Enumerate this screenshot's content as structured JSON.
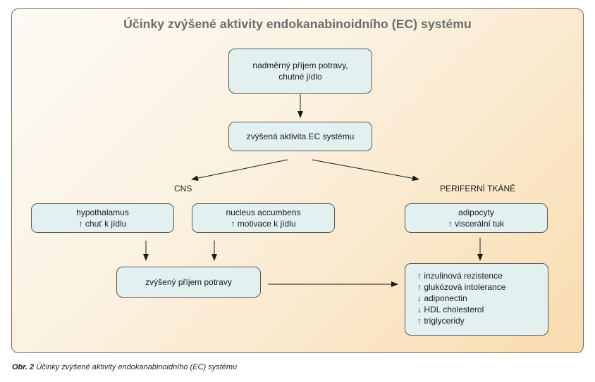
{
  "diagram": {
    "title": "Účinky zvýšené aktivity endokanabinoidního (EC) systému",
    "nodes": {
      "intake": [
        "nadměrný příjem potravy,",
        "chutné jídlo"
      ],
      "ec_activity": [
        "zvýšená aktivita EC systému"
      ],
      "hypothalamus": [
        "hypothalamus",
        "↑ chuť k jídlu"
      ],
      "nucleus": [
        "nucleus accumbens",
        "↑ motivace k jídlu"
      ],
      "adipocytes": [
        "adipocyty",
        "↑ viscerální tuk"
      ],
      "increased_intake": [
        "zvýšený příjem potravy"
      ],
      "effects": [
        "↑ inzulinová rezistence",
        "↑ glukózová intolerance",
        "↓ adiponectin",
        "↓ HDL cholesterol",
        "↑ triglyceridy"
      ]
    },
    "labels": {
      "cns": "CNS",
      "peripheral": "PERIFERNÍ TKÁNĚ"
    }
  },
  "caption": {
    "number": "Obr. 2",
    "text": "Účinky zvýšené aktivity endokanabinoidního (EC) systému"
  },
  "colors": {
    "node_fill": "#e2f0f0",
    "panel_gradient_start": "#fdfbf7",
    "panel_gradient_end": "#f9dcaf",
    "title_color": "#6b6b6b"
  }
}
